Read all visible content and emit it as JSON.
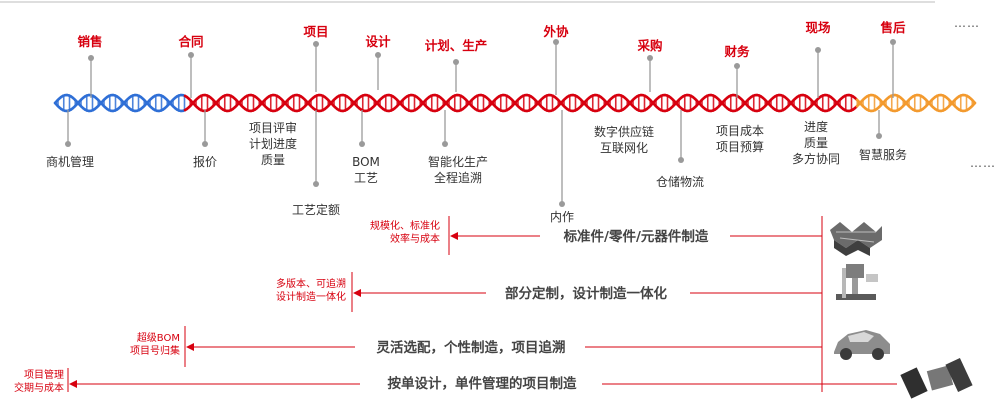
{
  "stages": [
    {
      "key": "sales",
      "label": "销售",
      "color": "#d7000f"
    },
    {
      "key": "contract",
      "label": "合同",
      "color": "#d7000f"
    },
    {
      "key": "project",
      "label": "项目",
      "color": "#d7000f"
    },
    {
      "key": "design",
      "label": "设计",
      "color": "#d7000f"
    },
    {
      "key": "plan",
      "label": "计划、生产",
      "color": "#d7000f"
    },
    {
      "key": "outsourcing",
      "label": "外协",
      "color": "#d7000f"
    },
    {
      "key": "procurement",
      "label": "采购",
      "color": "#d7000f"
    },
    {
      "key": "finance",
      "label": "财务",
      "color": "#d7000f"
    },
    {
      "key": "field",
      "label": "现场",
      "color": "#d7000f"
    },
    {
      "key": "aftersales",
      "label": "售后",
      "color": "#d7000f"
    }
  ],
  "details": {
    "opportunity": "商机管理",
    "quote": "报价",
    "project_review": [
      "项目评审",
      "计划进度",
      "质量"
    ],
    "process_quota": "工艺定额",
    "bom": [
      "BOM",
      "工艺"
    ],
    "smart_production": [
      "智能化生产",
      "全程追溯"
    ],
    "in_house": "内作",
    "digital_supply": [
      "数字供应链",
      "互联网化"
    ],
    "warehouse": "仓储物流",
    "project_cost": [
      "项目成本",
      "项目预算"
    ],
    "progress": [
      "进度",
      "质量",
      "多方协同"
    ],
    "smart_service": "智慧服务"
  },
  "ellipsis_top": "……",
  "ellipsis_right": "……",
  "modes": [
    {
      "title": "标准件/零件/元器件制造",
      "note": [
        "规模化、标准化",
        "效率与成本"
      ],
      "image_icon": "mesh-part-icon"
    },
    {
      "title": "部分定制，设计制造一体化",
      "note": [
        "多版本、可追溯",
        "设计制造一体化"
      ],
      "image_icon": "robot-arm-icon"
    },
    {
      "title": "灵活选配，个性制造，项目追溯",
      "note": [
        "超级BOM",
        "项目号归集"
      ],
      "image_icon": "car-icon"
    },
    {
      "title": "按单设计，单件管理的项目制造",
      "note": [
        "项目管理",
        "交期与成本"
      ],
      "image_icon": "satellite-icon"
    }
  ],
  "colors": {
    "accent": "#d7000f",
    "blue": "#2f6fd6",
    "orange": "#f39a2e",
    "pin": "#9a9a9a"
  }
}
